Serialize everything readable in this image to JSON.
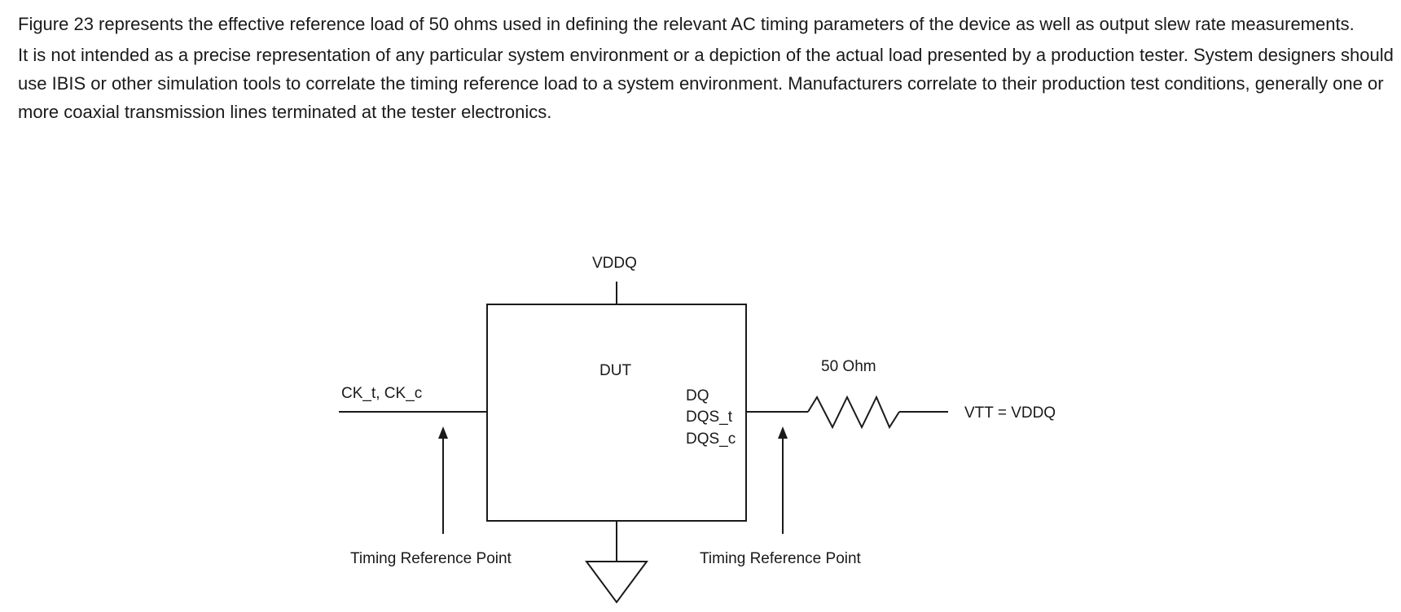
{
  "text": {
    "paragraph_1": "Figure 23 represents the effective reference load of 50 ohms used in defining the relevant AC timing parameters of the device as well as output slew rate measurements.",
    "paragraph_2": "It is not intended as a precise representation of any particular system environment or a depiction of the actual load presented by a production tester. System designers should use IBIS or other simulation tools to correlate the timing reference load to a system environment. Manufacturers correlate to their production test conditions, generally one or more coaxial transmission lines terminated at the tester electronics."
  },
  "figure": {
    "supply_label": "VDDQ",
    "device_label": "DUT",
    "input_signals_label": "CK_t, CK_c",
    "output_signals": [
      "DQ",
      "DQS_t",
      "DQS_c"
    ],
    "resistor_label": "50 Ohm",
    "termination_label": "VTT = VDDQ",
    "timing_ref_left_label": "Timing Reference Point",
    "timing_ref_right_label": "Timing Reference Point"
  }
}
